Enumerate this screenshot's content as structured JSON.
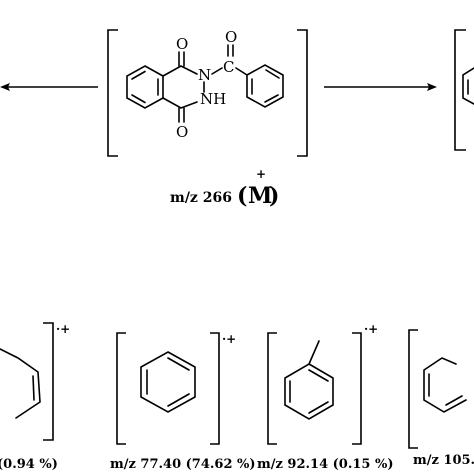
{
  "parent": {
    "mz_label": "m/z 266",
    "ion_symbol": "M",
    "charge": "+",
    "atoms": {
      "o_top": "O",
      "o_bottom": "O",
      "o_carbonyl": "O",
      "n": "N",
      "nh": "NH",
      "c": "C"
    }
  },
  "fragments": [
    {
      "label": "(0.94 %)",
      "charge": "·+"
    },
    {
      "label": "m/z 77.40 (74.62 %)",
      "charge": "·+"
    },
    {
      "label": "m/z 92.14 (0.15 %)",
      "charge": "·+"
    },
    {
      "label": "m/z 105."
    }
  ]
}
